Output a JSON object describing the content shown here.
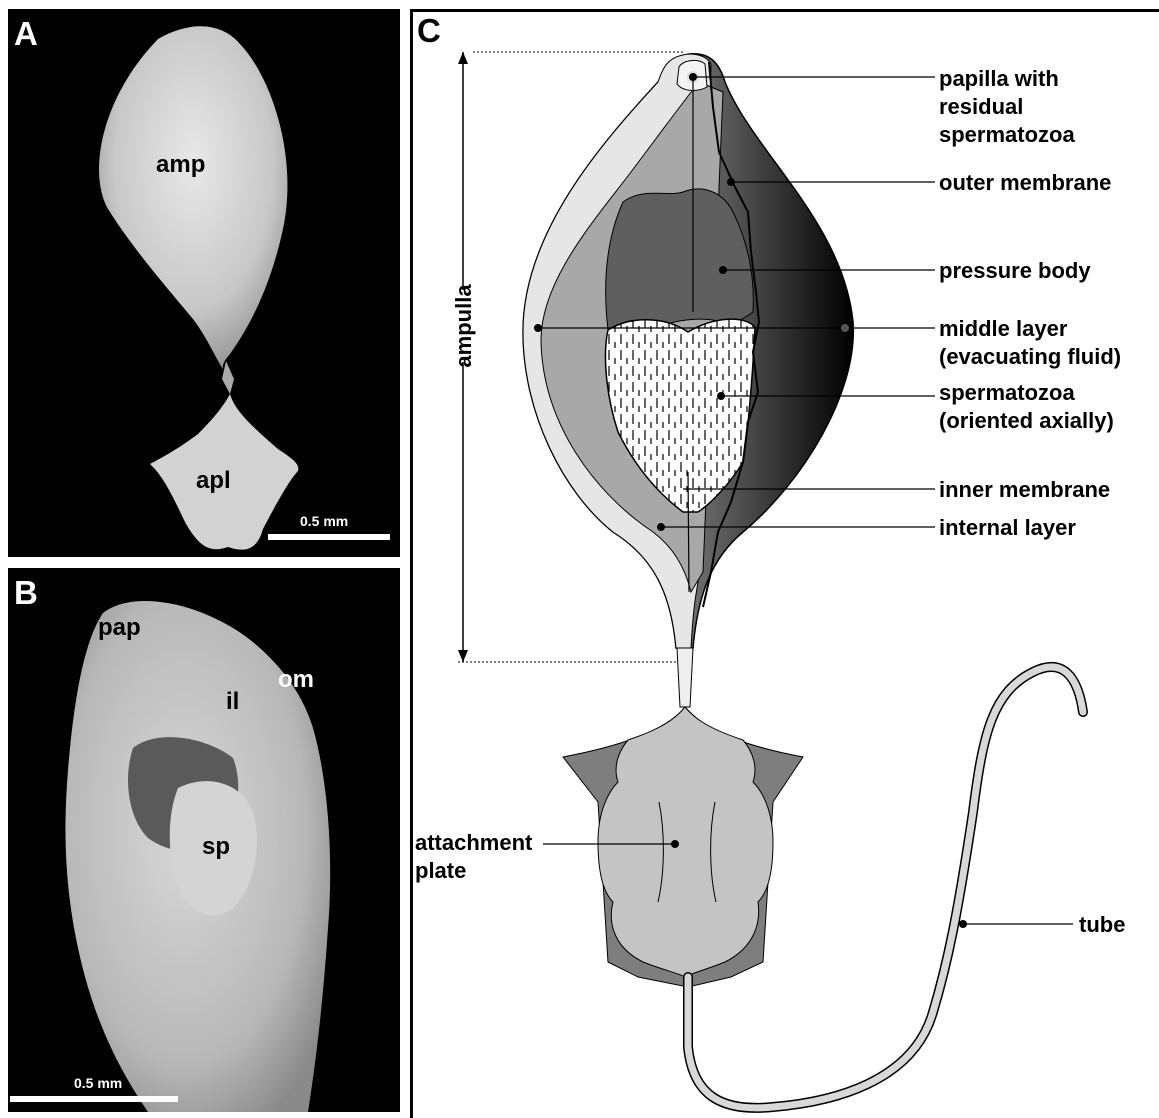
{
  "panels": {
    "a": {
      "letter": "A",
      "labels": {
        "amp": "amp",
        "apl": "apl"
      },
      "scale": "0.5 mm"
    },
    "b": {
      "letter": "B",
      "labels": {
        "pap": "pap",
        "om": "om",
        "il": "il",
        "sp": "sp"
      },
      "scale": "0.5 mm"
    },
    "c": {
      "letter": "C",
      "labels": {
        "papilla": [
          "papilla with",
          "residual",
          "spermatozoa"
        ],
        "outer_membrane": "outer membrane",
        "pressure_body": "pressure body",
        "middle_layer": [
          "middle layer",
          "(evacuating fluid)"
        ],
        "spermatozoa": [
          "spermatozoa",
          "(oriented axially)"
        ],
        "inner_membrane": "inner membrane",
        "internal_layer": "internal layer",
        "ampulla": "ampulla",
        "attachment_plate": [
          "attachment",
          "plate"
        ],
        "tube": "tube"
      }
    }
  }
}
